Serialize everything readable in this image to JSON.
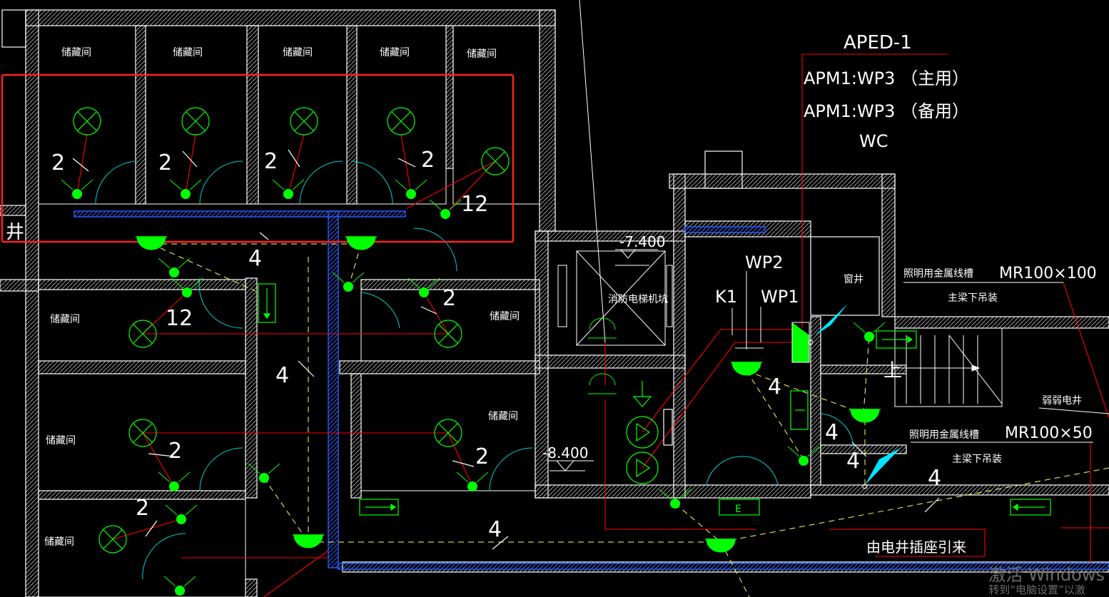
{
  "labels": {
    "storage": "储藏间",
    "shaft_left": "井",
    "panel_name": "APED-1",
    "circuit_main": "APM1:WP3 （主用）",
    "circuit_backup": "APM1:WP3 （备用）",
    "circuit_wc": "WC",
    "wp2": "WP2",
    "wp1": "WP1",
    "k1": "K1",
    "elev_upper": "-7.400",
    "elev_lower": "-8.400",
    "elevator_pit": "消防电梯机坑",
    "window_well": "窗井",
    "tray_label": "照明用金属线槽",
    "tray_size_1": "MR100×100",
    "tray_size_2": "MR100×50",
    "under_beam": "主梁下吊装",
    "weak_shaft": "弱弱电井",
    "stair_up": "上",
    "from_shaft": "由电井插座引来",
    "exit_e": "E"
  },
  "wire_counts": {
    "two": "2",
    "twelve": "12",
    "four": "4"
  },
  "watermark": {
    "line1": "激活 Windows",
    "line2": "转到“电脑设置”以激"
  },
  "colors": {
    "background": "#000000",
    "wall": "#ffffff",
    "fixture": "#00ff00",
    "wire": "#ff0000",
    "dashed_wire": "#ffff66",
    "tray": "#2a5cff",
    "text": "#ffffff",
    "highlight": "#ff2020",
    "door": "#00d0d0",
    "marker": "#00e5ff"
  }
}
